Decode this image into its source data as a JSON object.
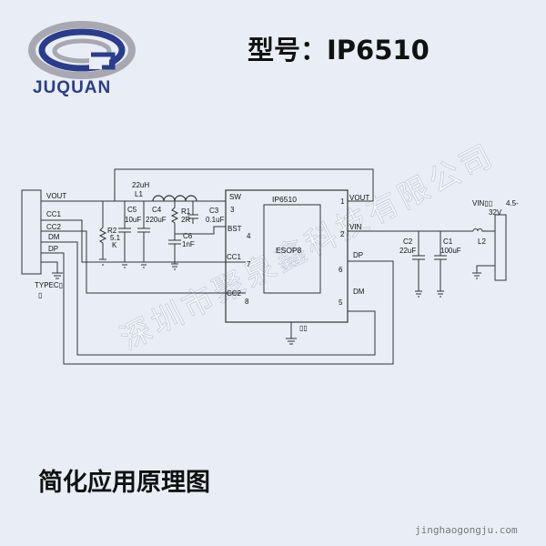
{
  "header": {
    "brand": "JUQUAN",
    "model_title": "型号：IP6510"
  },
  "colors": {
    "background": "#e9eef6",
    "logo_blue": "#2a3c8c",
    "logo_silver": "#a8a8b0",
    "wire": "#333333"
  },
  "icons": [
    "juquan-logo-icon",
    "resistor-icon",
    "capacitor-icon",
    "inductor-icon",
    "ground-icon",
    "connector-icon"
  ],
  "watermark": "深圳市聚泉鑫科技有限公司",
  "schematic": {
    "ic": {
      "name": "IP6510",
      "package": "ESOP8",
      "pins": [
        {
          "num": "1",
          "name": "VOUT"
        },
        {
          "num": "2",
          "name": "VIN"
        },
        {
          "num": "3",
          "name": "SW"
        },
        {
          "num": "4",
          "name": "BST"
        },
        {
          "num": "5",
          "name": "DM"
        },
        {
          "num": "6",
          "name": "DP"
        },
        {
          "num": "7",
          "name": "CC1"
        },
        {
          "num": "8",
          "name": "CC2"
        }
      ],
      "gnd_mark": "▯▯"
    },
    "typec": {
      "label": "TYPEC▯",
      "label2": "▯",
      "pins": [
        "VOUT",
        "CC1",
        "CC2",
        "DM",
        "DP"
      ]
    },
    "components": {
      "l1": {
        "ref": "L1",
        "value": "22uH"
      },
      "r2": {
        "ref": "R2",
        "value": "5.1",
        "unit": "K"
      },
      "c5": {
        "ref": "C5",
        "value": "10uF"
      },
      "c4": {
        "ref": "C4",
        "value": "220uF"
      },
      "r1": {
        "ref": "R1",
        "value": "2R"
      },
      "c3": {
        "ref": "C3",
        "value": "0.1uF"
      },
      "c6": {
        "ref": "C6",
        "value": "1nF"
      },
      "c2": {
        "ref": "C2",
        "value": "22uF"
      },
      "c1": {
        "ref": "C1",
        "value": "100uF"
      },
      "l2": {
        "ref": "L2"
      }
    },
    "vin_in": {
      "label": "VIN▯▯",
      "range": "4.5-",
      "range2": "32V"
    }
  },
  "footer": {
    "caption": "简化应用原理图",
    "site": "jinghaogongju.com"
  }
}
